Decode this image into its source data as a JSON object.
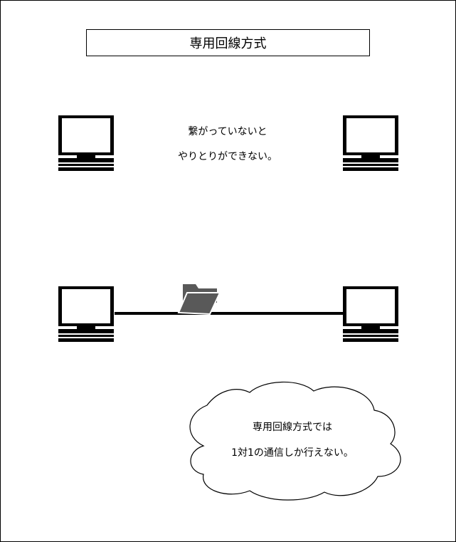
{
  "title": "専用回線方式",
  "top_message": {
    "line1": "繋がっていないと",
    "line2": "やりとりができない。"
  },
  "cloud_message": {
    "line1": "専用回線方式では",
    "line2": "1対1の通信しか行えない。"
  },
  "icons": {
    "computer": "computer-icon",
    "folder": "folder-icon"
  },
  "colors": {
    "line": "#000000",
    "folder": "#595959",
    "background": "#ffffff"
  }
}
